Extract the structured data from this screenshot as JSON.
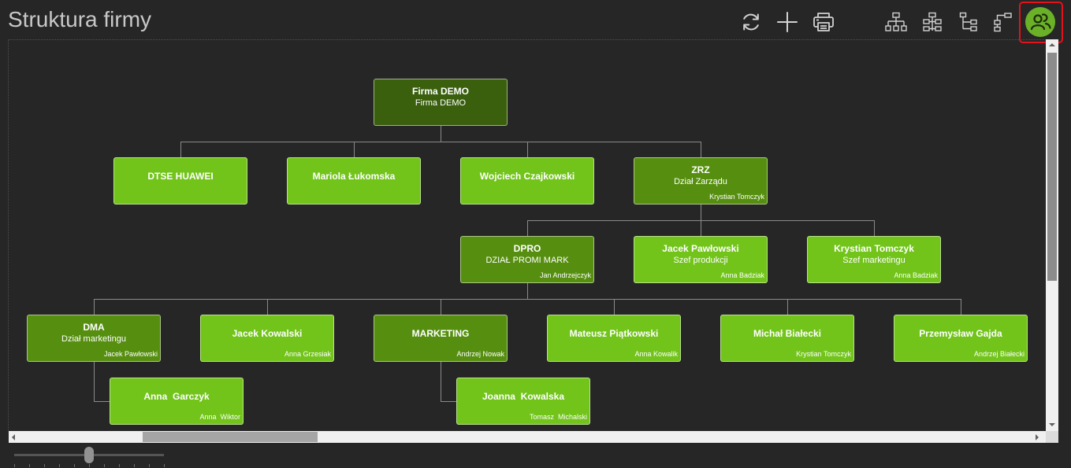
{
  "page": {
    "title": "Struktura firmy"
  },
  "colors": {
    "background": "#262626",
    "title_text": "#c8c8c8",
    "icon": "#d2d2d2",
    "connector": "#8a8a8a",
    "highlight_frame": "#e3121b",
    "avatar": "#6bb128",
    "node_text": "#ffffff"
  },
  "toolbar": {
    "refresh": {
      "icon": "refresh-icon"
    },
    "add": {
      "icon": "plus-icon"
    },
    "print": {
      "icon": "printer-icon"
    },
    "layout_standard": {
      "icon": "org-chart-standard-icon"
    },
    "layout_compact": {
      "icon": "org-chart-compact-icon"
    },
    "layout_tree": {
      "icon": "org-chart-tree-icon"
    },
    "layout_list": {
      "icon": "org-chart-list-icon"
    },
    "people_view": {
      "icon": "people-icon",
      "selected": true
    }
  },
  "org_chart": {
    "title": "Firma DEMO",
    "subtitle": "Firma DEMO",
    "color": "#3a600e",
    "children": [
      {
        "title": "DTSE HUAWEI",
        "color": "#72c41b"
      },
      {
        "title": "Mariola Łukomska",
        "color": "#72c41b"
      },
      {
        "title": "Wojciech Czajkowski",
        "color": "#72c41b"
      },
      {
        "title": "ZRZ",
        "subtitle": "Dział Zarządu",
        "person": "Krystian Tomczyk",
        "color": "#568f10",
        "children": [
          {
            "title": "DPRO",
            "subtitle": "DZIAŁ PROMI MARK",
            "person": "Jan Andrzejczyk",
            "color": "#568f10",
            "children": [
              {
                "title": "DMA",
                "subtitle": "Dział marketingu",
                "person": "Jacek Pawłowski",
                "color": "#568f10",
                "children": [
                  {
                    "title": "Anna  Garczyk",
                    "person": "Anna  Wiktor",
                    "color": "#72c41b"
                  }
                ]
              },
              {
                "title": "Jacek Kowalski",
                "person": "Anna Grzesiak",
                "color": "#72c41b"
              },
              {
                "title": "MARKETING",
                "person": "Andrzej Nowak",
                "color": "#568f10",
                "children": [
                  {
                    "title": "Joanna  Kowalska",
                    "person": "Tomasz  Michalski",
                    "color": "#72c41b"
                  }
                ]
              },
              {
                "title": "Mateusz Piątkowski",
                "person": "Anna Kowalik",
                "color": "#72c41b"
              },
              {
                "title": "Michał Białecki",
                "person": "Krystian Tomczyk",
                "color": "#72c41b"
              },
              {
                "title": "Przemysław Gajda",
                "person": "Andrzej Białecki",
                "color": "#72c41b"
              }
            ]
          },
          {
            "title": "Jacek Pawłowski",
            "subtitle": "Szef produkcji",
            "person": "Anna Badziak",
            "color": "#72c41b"
          },
          {
            "title": "Krystian Tomczyk",
            "subtitle": "Szef marketingu",
            "person": "Anna Badziak",
            "color": "#72c41b"
          }
        ]
      }
    ]
  },
  "zoom_slider": {
    "value": 0.5
  }
}
